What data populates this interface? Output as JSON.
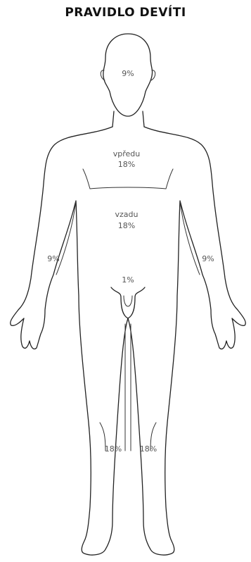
{
  "title": "PRAVIDLO DEVÍTI",
  "regions": {
    "head": "9%",
    "chest_word": "vpředu",
    "chest_pct": "18%",
    "back_word": "vzadu",
    "back_pct": "18%",
    "arm_right": "9%",
    "arm_left": "9%",
    "genital": "1%",
    "leg_right": "18%",
    "leg_left": "18%"
  }
}
